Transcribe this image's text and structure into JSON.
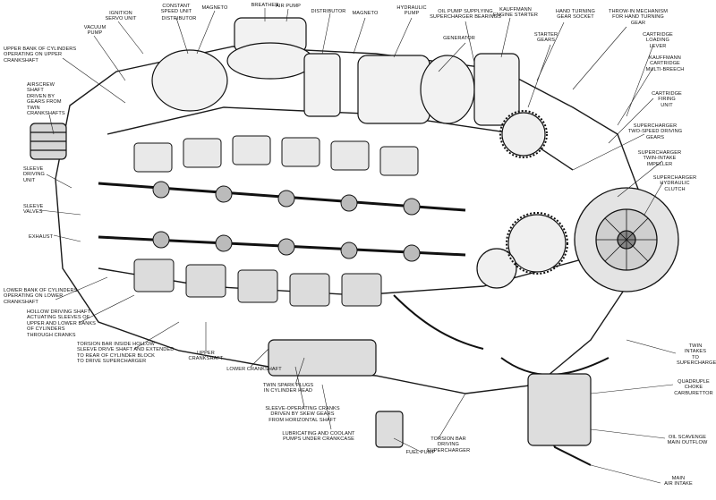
{
  "labels": {
    "ignition_servo_unit": "Ignition\nservo unit",
    "constant_speed_unit": "Constant\nspeed unit",
    "distributor_left": "Distributor",
    "magneto_left": "Magneto",
    "breather": "Breather",
    "air_pump": "Air pump",
    "distributor_right": "Distributor",
    "magneto_right": "Magneto",
    "hydraulic_pump": "Hydraulic\npump",
    "oil_pump": "Oil pump supplying\nsupercharger bearings",
    "kauffmann_engine_starter": "Kauffmann\nengine starter",
    "hand_turning_gear_socket": "Hand turning\ngear socket",
    "throw_in_mechanism": "Throw-in mechanism\nfor hand turning\ngear",
    "vacuum_pump": "Vacuum\npump",
    "generator": "Generator",
    "starter_gears": "Starter\ngears",
    "cartridge_loading_lever": "Cartridge\nloading\nlever",
    "upper_bank": "Upper bank of cylinders\noperating on upper\ncrankshaft",
    "kauffmann_cartridge": "Kauffmann\ncartridge\nmulti-breech",
    "airscrew_shaft": "Airscrew\nshaft\ndriven by\ngears from\ntwin\ncrankshafts",
    "cartridge_firing_unit": "Cartridge\nfiring\nunit",
    "supercharger_two_speed": "Supercharger\ntwo-speed driving\ngears",
    "sleeve_driving_unit": "Sleeve\ndriving\nunit",
    "supercharger_impeller": "Supercharger\ntwin-intake\nimpeller",
    "sleeve_valves": "Sleeve\nvalves",
    "supercharger_clutch": "Supercharger\nhydraulic\nclutch",
    "exhaust": "Exhaust",
    "lower_bank": "Lower bank of cylinders\noperating on lower\ncrankshaft",
    "hollow_driving_shaft": "Hollow driving shaft\nactuating sleeves of\nupper and lower banks\nof cylinders\nthrough cranks",
    "torsion_bar_inside": "Torsion bar inside hollow\nsleeve drive shaft and extended\nto rear of cylinder block\nto drive supercharger",
    "upper_crankshaft": "Upper\ncrankshaft",
    "lower_crankshaft": "Lower crankshaft",
    "twin_spark_plugs": "Twin spark plugs\nin cylinder head",
    "sleeve_operating_cranks": "Sleeve-operating cranks\ndriven by skew gears\nfrom horizontal shaft",
    "lubricating_pumps": "Lubricating and coolant\npumps under crankcase",
    "torsion_bar_driving": "Torsion bar\ndriving supercharger",
    "fuel_pump": "Fuel pump",
    "twin_intakes": "Twin\nintakes\nto\nsupercharger",
    "quadruple_carburettor": "Quadruple\nchoke\ncarburettor",
    "oil_scavenge": "Oil scavenge\nmain outflow",
    "main_air_intake": "Main\nair intake"
  }
}
